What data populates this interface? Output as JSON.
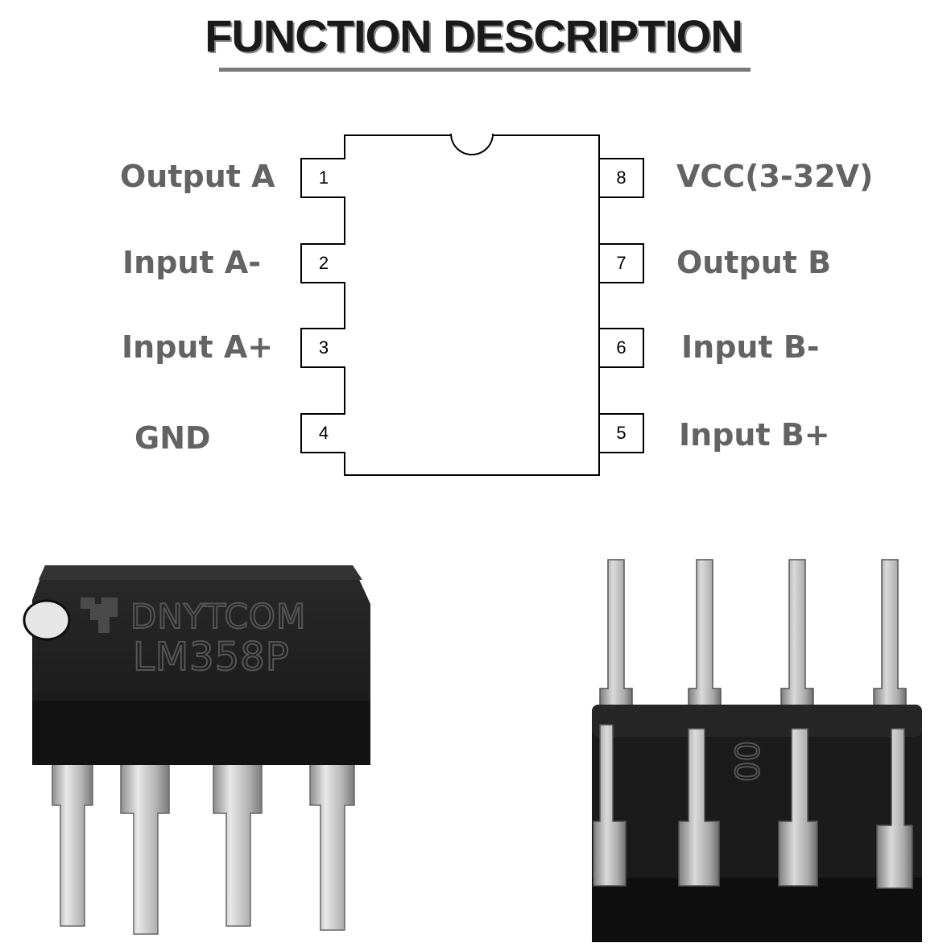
{
  "header": {
    "title": "FUNCTION DESCRIPTION"
  },
  "pinout": {
    "left_pins": [
      {
        "number": "1",
        "label": "Output A"
      },
      {
        "number": "2",
        "label": "Input A-"
      },
      {
        "number": "3",
        "label": "Input A+"
      },
      {
        "number": "4",
        "label": "GND"
      }
    ],
    "right_pins": [
      {
        "number": "8",
        "label": "VCC(3-32V)"
      },
      {
        "number": "7",
        "label": "Output B"
      },
      {
        "number": "6",
        "label": "Input B-"
      },
      {
        "number": "5",
        "label": "Input B+"
      }
    ]
  },
  "photos": {
    "left_chip": {
      "brand": "DNYTCOM",
      "part": "LM358P"
    },
    "right_chip": {
      "marking": "00"
    }
  },
  "colors": {
    "label_gray": "#636363",
    "chip_black": "#1c1c1c",
    "pin_silver": "#c4c4c4"
  }
}
